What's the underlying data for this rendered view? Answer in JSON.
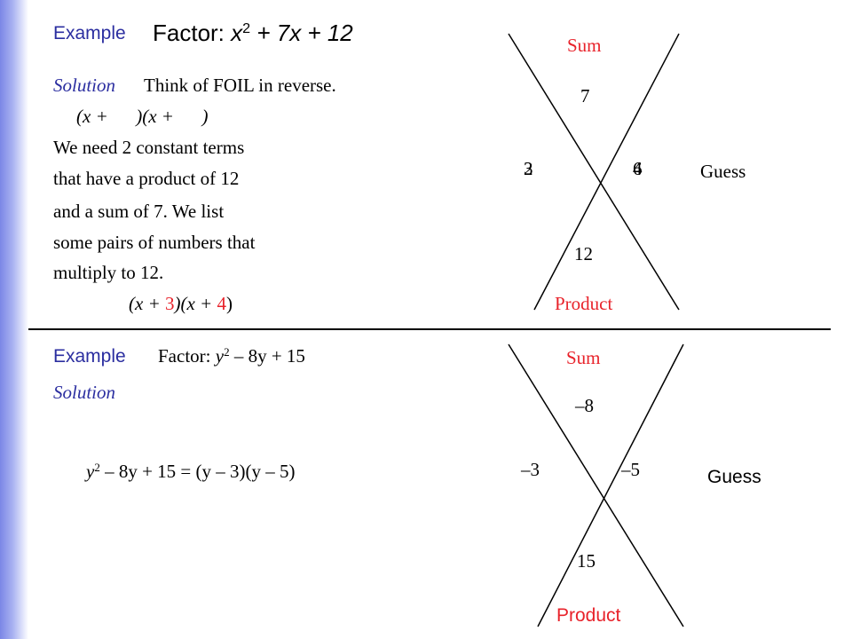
{
  "example1": {
    "example_label": "Example",
    "factor_word": "Factor:",
    "factor_x": "x",
    "factor_exp": "2",
    "factor_rest": " + 7x + 12",
    "solution_label": "Solution",
    "solution_text": "Think of FOIL in reverse.",
    "template_expr": "(x +      )(x +      )",
    "lines": [
      "We need  2 constant terms",
      "that have a product of 12",
      "and a sum of 7. We list",
      "some pairs of numbers that",
      "multiply to 12."
    ],
    "answer_open": "(x + ",
    "answer_a": "3",
    "answer_mid": ")(x + ",
    "answer_b": "4",
    "answer_close": ")",
    "diagram": {
      "sum_label": "Sum",
      "sum_value": "7",
      "left_guesses": [
        "3",
        "2"
      ],
      "right_guesses": [
        "4",
        "6"
      ],
      "guess_label": "Guess",
      "product_value": "12",
      "product_label": "Product"
    }
  },
  "example2": {
    "example_label": "Example",
    "factor_word": "Factor: ",
    "factor_y": "y",
    "factor_exp": "2",
    "factor_rest": " – 8y + 15",
    "solution_label": "Solution",
    "eq_y": "y",
    "eq_exp": "2",
    "eq_rest": " – 8y + 15 = (y – 3)(y – 5)",
    "diagram": {
      "sum_label": "Sum",
      "sum_value": "–8",
      "left_value": "–3",
      "right_value": "–5",
      "guess_label": "Guess",
      "product_value": "15",
      "product_label": "Product"
    }
  },
  "colors": {
    "label": "#2b2ea0",
    "highlight": "#e8222a",
    "sidebar": "#7b86e6"
  }
}
